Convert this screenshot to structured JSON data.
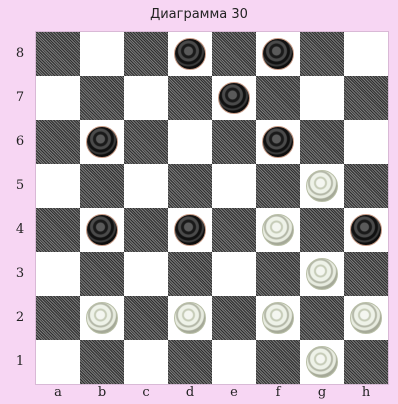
{
  "title": "Диаграмма 30",
  "files": [
    "a",
    "b",
    "c",
    "d",
    "e",
    "f",
    "g",
    "h"
  ],
  "ranks": [
    "8",
    "7",
    "6",
    "5",
    "4",
    "3",
    "2",
    "1"
  ],
  "colors": {
    "frame": "#f7d6f3",
    "light_square": "#ffffff",
    "dark_square": "#4a4a4a"
  },
  "pieces": [
    {
      "square": "d8",
      "color": "black"
    },
    {
      "square": "f8",
      "color": "black"
    },
    {
      "square": "e7",
      "color": "black"
    },
    {
      "square": "b6",
      "color": "black"
    },
    {
      "square": "f6",
      "color": "black"
    },
    {
      "square": "g5",
      "color": "white"
    },
    {
      "square": "b4",
      "color": "black"
    },
    {
      "square": "d4",
      "color": "black"
    },
    {
      "square": "f4",
      "color": "white"
    },
    {
      "square": "h4",
      "color": "black"
    },
    {
      "square": "g3",
      "color": "white"
    },
    {
      "square": "b2",
      "color": "white"
    },
    {
      "square": "d2",
      "color": "white"
    },
    {
      "square": "f2",
      "color": "white"
    },
    {
      "square": "h2",
      "color": "white"
    },
    {
      "square": "g1",
      "color": "white"
    }
  ]
}
